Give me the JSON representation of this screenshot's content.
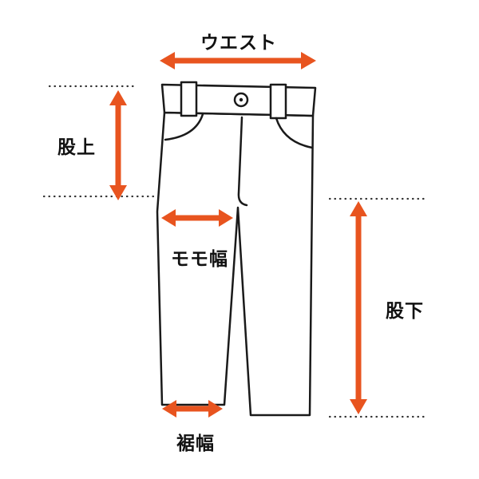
{
  "labels": {
    "waist": "ウエスト",
    "rise": "股上",
    "thigh_width": "モモ幅",
    "inseam": "股下",
    "hem_width": "裾幅"
  },
  "colors": {
    "arrow": "#E8541F",
    "outline": "#1A1A1A",
    "dotted_line": "#333333",
    "background": "#FFFFFF"
  }
}
